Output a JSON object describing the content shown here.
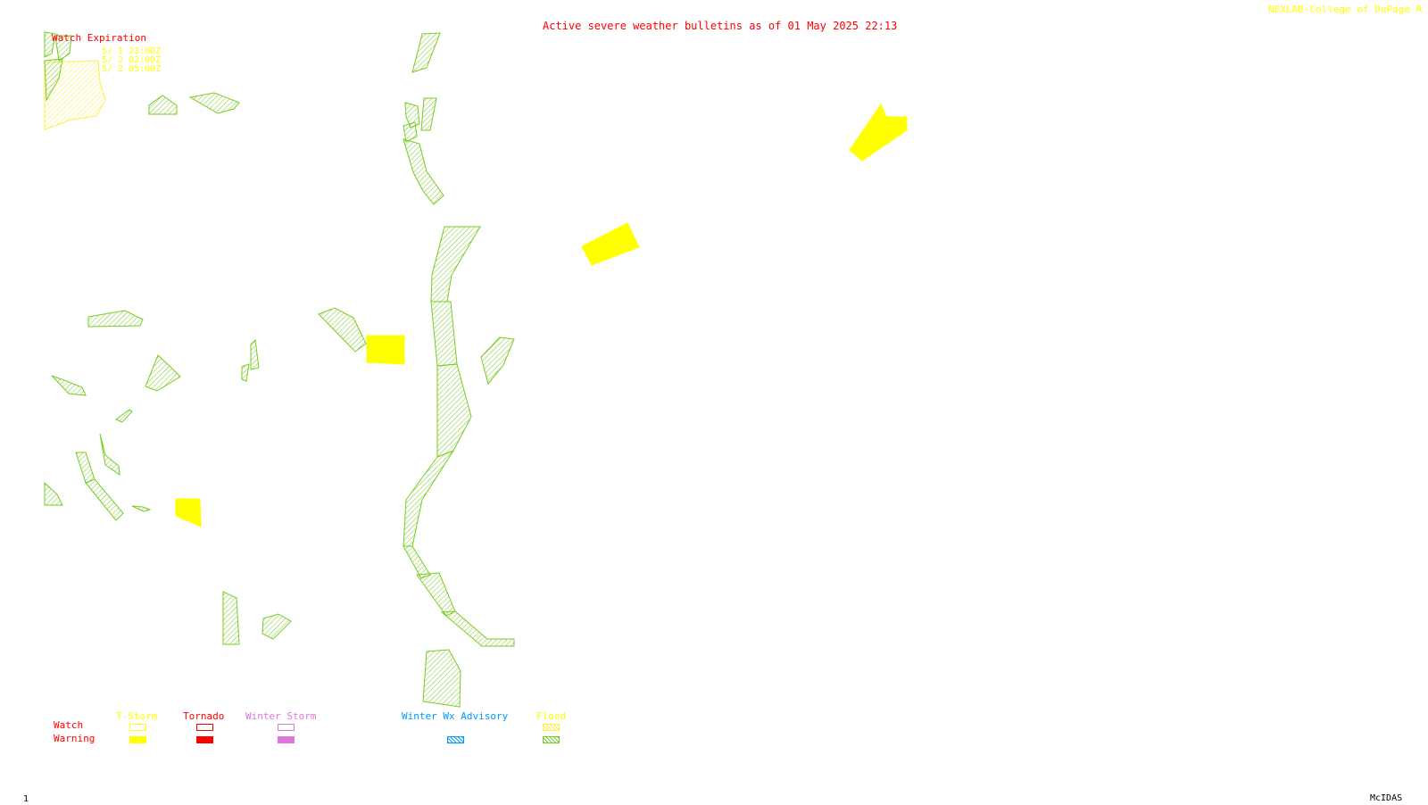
{
  "header": {
    "title": "Active severe weather bulletins as of 01 May 2025 22:13",
    "credit": "NEXLAB-College of DuPage R",
    "title_color": "#ff0000",
    "credit_color": "#ffff00"
  },
  "watch_expiration": {
    "label": "Watch Expiration",
    "label_color": "#ff0000",
    "times": [
      "5/ 1 23:00Z",
      "5/ 2 02:00Z",
      "5/ 2 05:00Z"
    ],
    "times_color": "#ffff00"
  },
  "legend": {
    "row_labels": {
      "watch": "Watch",
      "warning": "Warning"
    },
    "row_label_color": "#ff0000",
    "categories": [
      {
        "label": "T-Storm",
        "color": "#ffff00",
        "watch_style": "outline",
        "warning_style": "solid"
      },
      {
        "label": "Tornado",
        "color": "#ff0000",
        "watch_style": "outline",
        "warning_style": "solid"
      },
      {
        "label": "Winter Storm",
        "color": "#dd77dd",
        "watch_style": "outline",
        "warning_style": "solid"
      },
      {
        "label": "Winter Wx Advisory",
        "color": "#0099ff",
        "watch_style": "none",
        "warning_style": "hatched"
      },
      {
        "label": "Flood",
        "color": "#77cc22",
        "watch_style": "hatched-yellow",
        "warning_style": "hatched"
      }
    ]
  },
  "map": {
    "flood_color": "#77cc22",
    "warning_fill_color": "#ffff00"
  },
  "footer": {
    "frame_number": "1",
    "software": "McIDAS"
  }
}
